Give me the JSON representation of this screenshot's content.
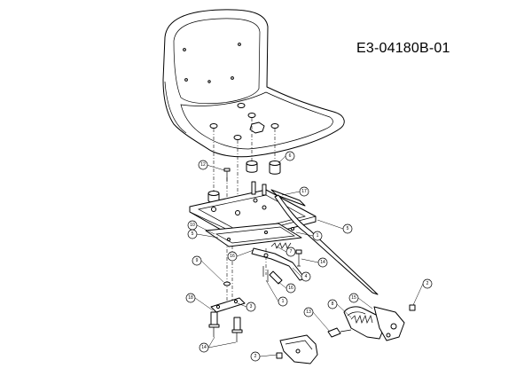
{
  "drawing_number": "E3-04180B-01",
  "callouts": [
    {
      "id": "c1",
      "label": "12"
    },
    {
      "id": "c2",
      "label": "6"
    },
    {
      "id": "c3",
      "label": "17"
    },
    {
      "id": "c4",
      "label": "5"
    },
    {
      "id": "c5",
      "label": "10"
    },
    {
      "id": "c6",
      "label": "5"
    },
    {
      "id": "c7",
      "label": "1"
    },
    {
      "id": "c8",
      "label": "7"
    },
    {
      "id": "c9",
      "label": "16"
    },
    {
      "id": "c10",
      "label": "14"
    },
    {
      "id": "c11",
      "label": "9"
    },
    {
      "id": "c12",
      "label": "4"
    },
    {
      "id": "c13",
      "label": "16"
    },
    {
      "id": "c14",
      "label": "1"
    },
    {
      "id": "c15",
      "label": "18"
    },
    {
      "id": "c16",
      "label": "3"
    },
    {
      "id": "c17",
      "label": "14"
    },
    {
      "id": "c18",
      "label": "2"
    },
    {
      "id": "c19",
      "label": "13"
    },
    {
      "id": "c20",
      "label": "8"
    },
    {
      "id": "c21",
      "label": "15"
    },
    {
      "id": "c22",
      "label": "2"
    }
  ]
}
